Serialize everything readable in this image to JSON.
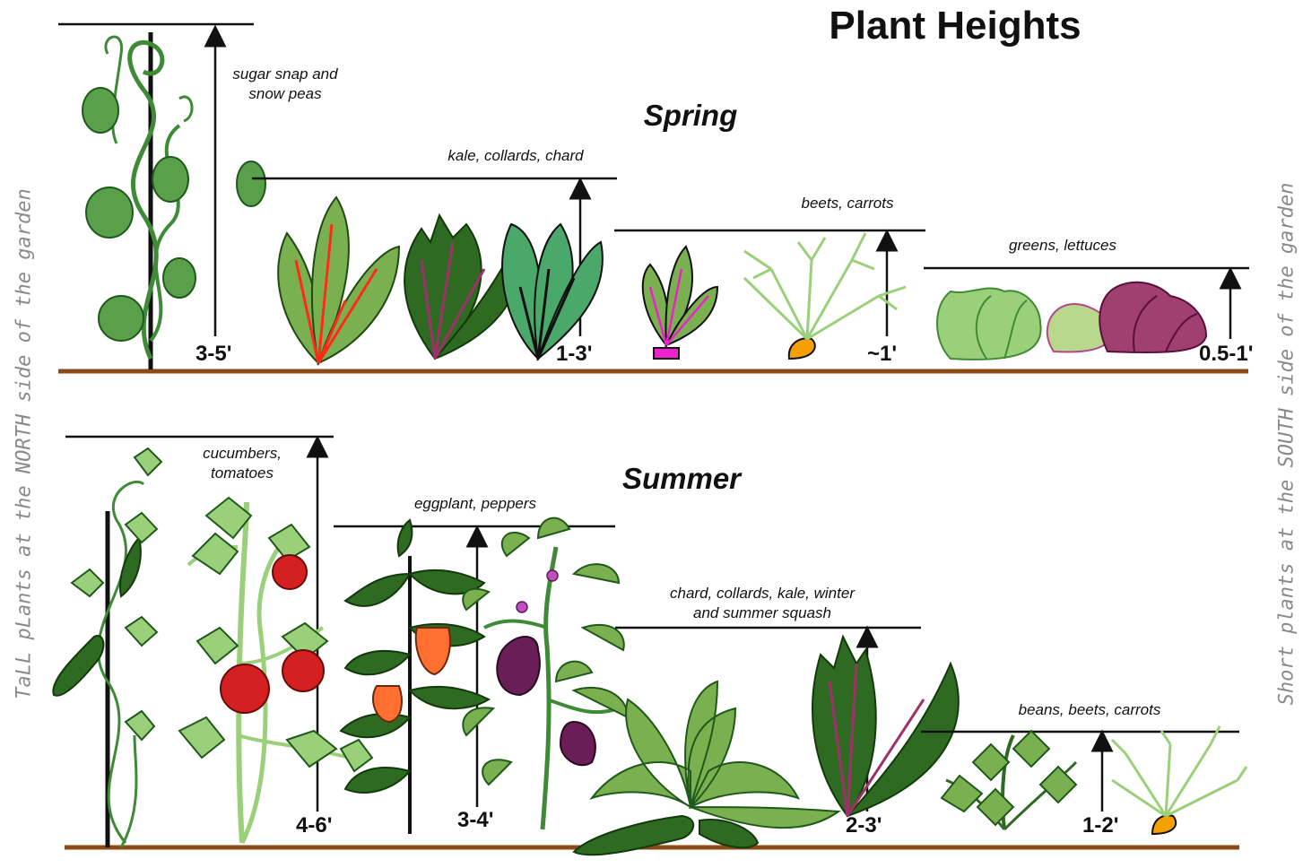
{
  "title": "Plant Heights",
  "side_notes": {
    "left": "TaLL pLants at the NORTH side of the garden",
    "right": "Short plants at the SOUTH side of the garden"
  },
  "colors": {
    "ground": "#8b4a16",
    "leaf_green": "#7ab050",
    "dark_green": "#2f6a22",
    "teal_leaf": "#4aa86a",
    "light_green": "#9bd07a",
    "red_stem": "#ff2a1a",
    "purple_stem": "#a0306a",
    "magenta": "#ee22cc",
    "carrot_orange": "#f5a000",
    "tomato_red": "#d42020",
    "pepper_orange": "#ff7030",
    "eggplant_purple": "#6a1e58",
    "lettuce_purple": "#a04070"
  },
  "sections": [
    {
      "name": "Spring",
      "groups": [
        {
          "label": "sugar snap and\nsnow peas",
          "height": "3-5'",
          "icons": [
            "pea-vine-icon"
          ]
        },
        {
          "label": "kale, collards, chard",
          "height": "1-3'",
          "icons": [
            "chard-icon",
            "kale-icon",
            "collard-icon"
          ]
        },
        {
          "label": "beets, carrots",
          "height": "~1'",
          "icons": [
            "beet-icon",
            "carrot-icon"
          ]
        },
        {
          "label": "greens, lettuces",
          "height": "0.5-1'",
          "icons": [
            "lettuce-icon"
          ]
        }
      ]
    },
    {
      "name": "Summer",
      "groups": [
        {
          "label": "cucumbers,\ntomatoes",
          "height": "4-6'",
          "icons": [
            "cucumber-vine-icon",
            "tomato-plant-icon"
          ]
        },
        {
          "label": "eggplant, peppers",
          "height": "3-4'",
          "icons": [
            "pepper-plant-icon",
            "eggplant-plant-icon"
          ]
        },
        {
          "label": "chard, collards, kale, winter\nand summer squash",
          "height": "2-3'",
          "icons": [
            "squash-plant-icon",
            "kale-icon"
          ]
        },
        {
          "label": "beans, beets, carrots",
          "height": "1-2'",
          "icons": [
            "bean-plant-icon",
            "carrot-icon"
          ]
        }
      ]
    }
  ]
}
